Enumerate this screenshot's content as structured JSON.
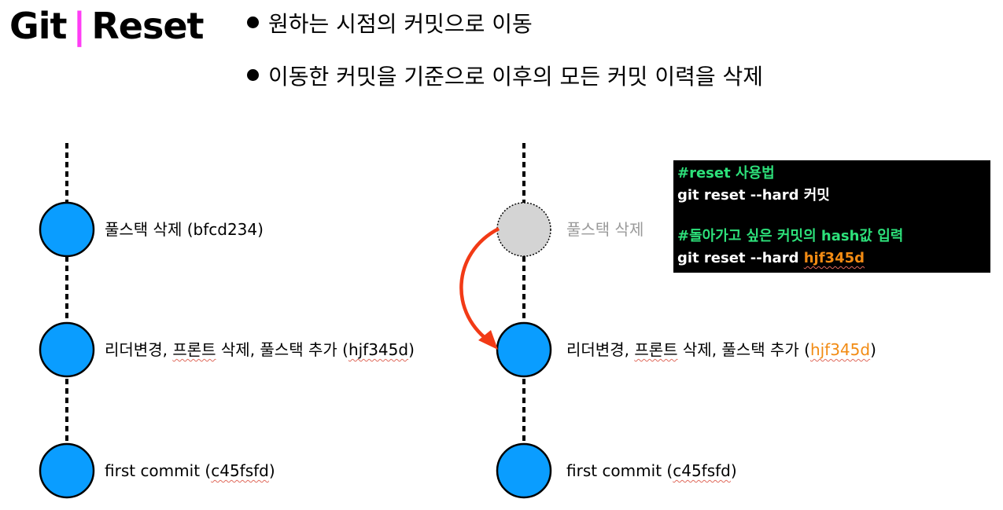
{
  "title": {
    "left": "Git",
    "separator": "|",
    "right": "Reset"
  },
  "bullets": [
    "원하는 시점의 커밋으로 이동",
    "이동한 커밋을 기준으로 이후의 모든 커밋 이력을 삭제"
  ],
  "colors": {
    "node_fill": "#0a9dff",
    "node_faded_fill": "#d4d4d4",
    "arrow": "#f23a16",
    "title_bar": "#ff3df5",
    "code_green": "#2de07a",
    "code_orange": "#f28b13"
  },
  "left_branch": {
    "commits": [
      {
        "message": "풀스택 삭제",
        "hash": "(bfcd234)"
      },
      {
        "message_a": "리더변경, ",
        "message_b": "프론트",
        "message_c": " 삭제, 풀스택 추가 ",
        "hash_open": "(",
        "hash": "hjf345d",
        "hash_close": ")"
      },
      {
        "message": "first commit ",
        "hash_open": "(",
        "hash": "c45fsfd",
        "hash_close": ")"
      }
    ]
  },
  "right_branch": {
    "commits": [
      {
        "message": "풀스택 삭제",
        "state": "removed"
      },
      {
        "message_a": "리더변경, ",
        "message_b": "프론트",
        "message_c": " 삭제, 풀스택 추가 ",
        "hash_open": "(",
        "hash": "hjf345d",
        "hash_close": ")",
        "state": "current"
      },
      {
        "message": "first commit ",
        "hash_open": "(",
        "hash": "c45fsfd",
        "hash_close": ")"
      }
    ]
  },
  "code_box": {
    "line1": "#reset 사용법",
    "line2": "git reset --hard 커밋",
    "line3": "#돌아가고 싶은 커밋의 hash값 입력",
    "line4_prefix": "git reset --hard ",
    "line4_hash": "hjf345d"
  }
}
